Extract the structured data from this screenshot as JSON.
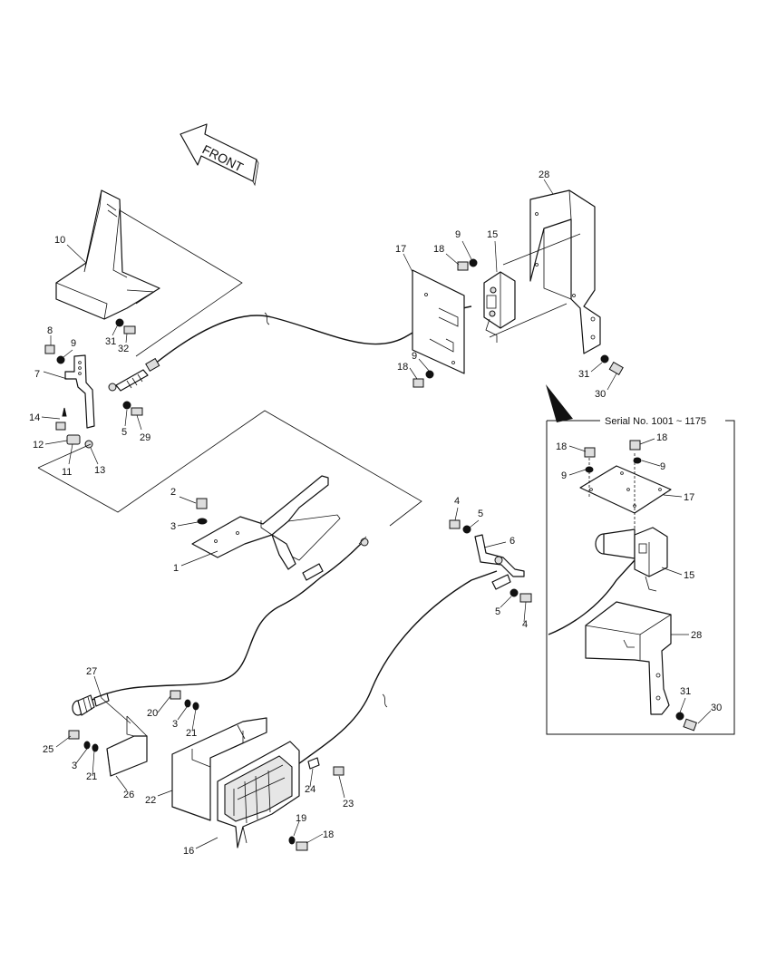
{
  "front_arrow": {
    "label": "FRONT"
  },
  "inset": {
    "title": "Serial No. 1001 ~ 1175"
  },
  "callouts": {
    "c10": "10",
    "c31a": "31",
    "c32": "32",
    "c8": "8",
    "c9a": "9",
    "c7": "7",
    "c14": "14",
    "c12": "12",
    "c11": "11",
    "c13": "13",
    "c5a": "5",
    "c29": "29",
    "c17a": "17",
    "c18a": "18",
    "c9b": "9",
    "c15a": "15",
    "c28a": "28",
    "c9c": "9",
    "c18b": "18",
    "c31b": "31",
    "c30a": "30",
    "c2": "2",
    "c3a": "3",
    "c1": "1",
    "c4a": "4",
    "c5b": "5",
    "c6": "6",
    "c5c": "5",
    "c4b": "4",
    "c27": "27",
    "c20": "20",
    "c3b": "3",
    "c21a": "21",
    "c25": "25",
    "c3c": "3",
    "c21b": "21",
    "c26": "26",
    "c22": "22",
    "c24": "24",
    "c23": "23",
    "c19": "19",
    "c18c": "18",
    "c16": "16",
    "i18a": "18",
    "i18b": "18",
    "i9a": "9",
    "i9b": "9",
    "i17": "17",
    "i15": "15",
    "i28": "28",
    "i31": "31",
    "i30": "30"
  }
}
